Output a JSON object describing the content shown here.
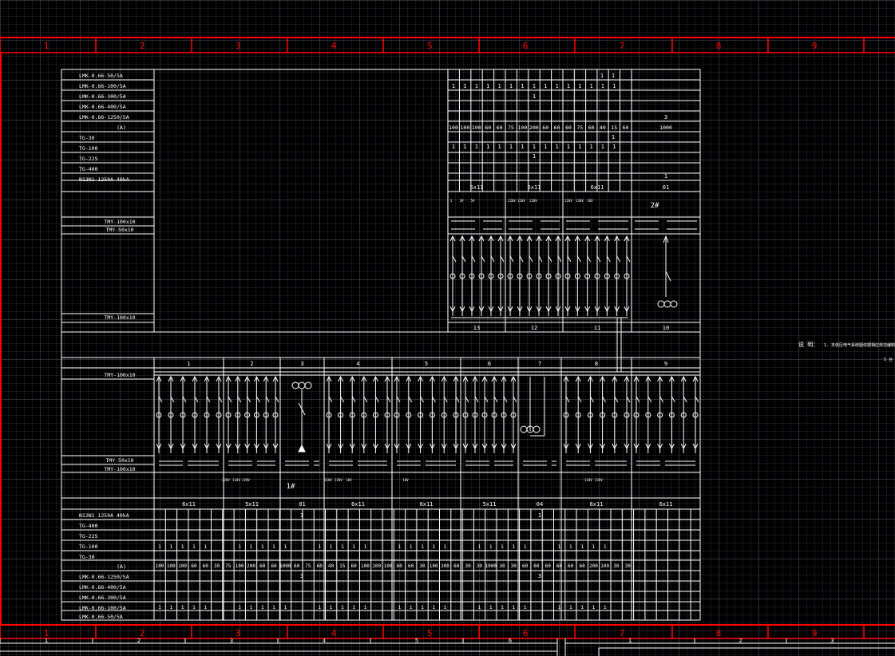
{
  "frame": {
    "zone_numbers": [
      "1",
      "2",
      "3",
      "4",
      "5",
      "6",
      "7",
      "8",
      "9"
    ],
    "zone_color": "#ff0000",
    "line_color": "#ffffff",
    "bottom_strip_left": [
      "1",
      "2",
      "3",
      "4",
      "5",
      "6"
    ],
    "bottom_strip_right": [
      "1",
      "2",
      "3"
    ]
  },
  "left_top_labels": [
    "LMK-0.66-50/5A",
    "LMK-0.66-100/5A",
    "LMK-0.66-300/5A",
    "LMK-0.66-400/5A",
    "LMK-0.66-1250/5A",
    "(A)",
    "TG-30",
    "TG-100",
    "TG-225",
    "TG-400",
    "N12N1 1250A  40kA"
  ],
  "left_bus_labels": [
    "TMY-100x10",
    "TMY-50x10",
    "TMY-100x10"
  ],
  "top_cabinets": {
    "numbers": [
      "13",
      "12",
      "11",
      "10"
    ],
    "types": [
      "5x11",
      "5x11",
      "6x11",
      "01"
    ],
    "tag": "2#",
    "ct_300": [
      "1",
      "1"
    ],
    "ct_100": [
      "1",
      "1",
      "1",
      "1",
      "1",
      "1",
      "1",
      "1",
      "1",
      "1",
      "1",
      "1",
      "1",
      "1",
      "1",
      "1",
      "1",
      "1",
      "1",
      "1"
    ],
    "ct_1250": "1",
    "amps": [
      "100",
      "100",
      "100",
      "60",
      "60",
      "75",
      "100",
      "200",
      "60",
      "60",
      "60",
      "75",
      "60",
      "40",
      "15",
      "60"
    ],
    "amps_main": "1000",
    "amps_qty": "3",
    "tg_100": [
      "1",
      "1",
      "1",
      "1",
      "1",
      "1",
      "1",
      "1",
      "1",
      "1",
      "1",
      "1",
      "1",
      "1",
      "1",
      "1",
      "1",
      "1",
      "1",
      "1"
    ],
    "breaker": "1",
    "note_cells": [
      "1",
      "2#",
      "5#",
      "220V",
      "110V",
      "220V",
      "110V",
      "10V"
    ]
  },
  "bottom_cabinets": {
    "numbers": [
      "1",
      "2",
      "3",
      "4",
      "5",
      "6",
      "7",
      "8",
      "9"
    ],
    "types": [
      "6x11",
      "5x11",
      "01",
      "6x11",
      "6x11",
      "5x11",
      "04",
      "6x11",
      "6x11"
    ],
    "tag": "1#",
    "bus_label": "TMY-100x10",
    "bottom_labels": [
      "N12N1 1250A  40kA",
      "TG-400",
      "TG-225",
      "TG-100",
      "TG-30",
      "(A)",
      "LMK-0.66-1250/5A",
      "LMK-0.66-400/5A",
      "LMK-0.66-300/5A",
      "LMK-0.66-100/5A",
      "LMK-0.66-50/5A"
    ],
    "amps": [
      "100",
      "100",
      "100",
      "60",
      "60",
      "30",
      "75",
      "100",
      "200",
      "60",
      "60",
      "1000",
      "60",
      "75",
      "60",
      "40",
      "15",
      "60",
      "100",
      "100",
      "100",
      "60",
      "60",
      "30",
      "100",
      "300",
      "60",
      "30",
      "30",
      "1000",
      "30",
      "30",
      "60",
      "60",
      "60",
      "60",
      "60",
      "60",
      "200",
      "100",
      "30",
      "30"
    ],
    "main_qty": [
      "3",
      "3"
    ],
    "note_cells": [
      "220V",
      "110V",
      "220V",
      "110V",
      "220V",
      "10V",
      "10V",
      "110V",
      "220V"
    ]
  },
  "notes": {
    "heading": "说  明：",
    "line1": "1.  本低压电气系统图依据相应规范编制",
    "line2": "5 台"
  }
}
